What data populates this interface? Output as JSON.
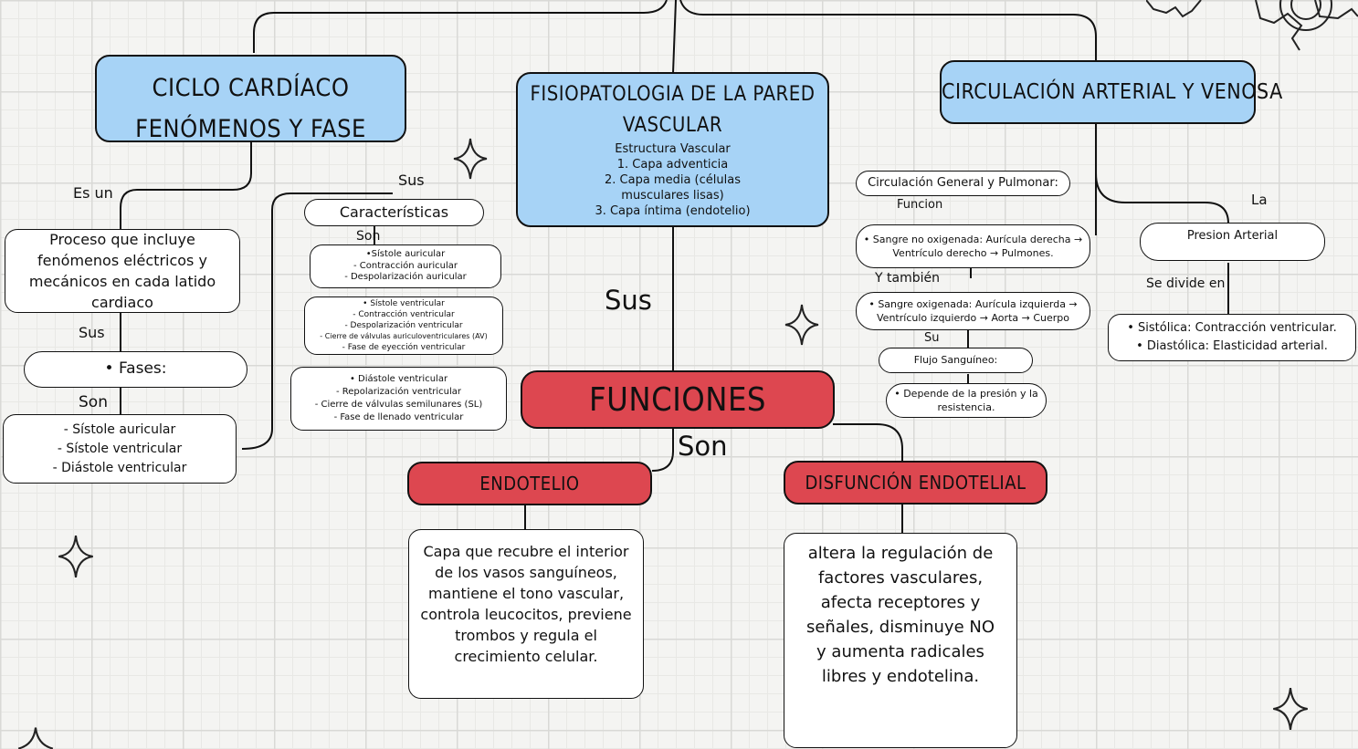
{
  "ciclo": {
    "title_l1": "CICLO CARDÍACO",
    "title_l2": "FENÓMENOS Y FASE",
    "es_un": "Es un",
    "proceso": "Proceso que incluye fenómenos eléctricos y mecánicos en cada latido cardiaco",
    "sus_1": "Sus",
    "fases": "•  Fases:",
    "son_1": "Son",
    "fases_list": [
      "- Sístole auricular",
      "- Sístole ventricular",
      "- Diástole ventricular"
    ],
    "sus_2": "Sus",
    "caracteristicas": "Características",
    "son_2": "Son",
    "group1": [
      "•Sístole auricular",
      "- Contracción auricular",
      "- Despolarización auricular"
    ],
    "group2": [
      "•  Sístole ventricular",
      "- Contracción ventricular",
      "- Despolarización ventricular",
      "- Cierre de válvulas auriculoventriculares (AV)",
      "- Fase de eyección ventricular"
    ],
    "group3": [
      "•  Diástole ventricular",
      "- Repolarización ventricular",
      "- Cierre de válvulas semilunares (SL)",
      "- Fase de llenado ventricular"
    ]
  },
  "fisio": {
    "title_l1": "FISIOPATOLOGIA DE LA PARED",
    "title_l2": "VASCULAR",
    "lines": [
      "Estructura Vascular",
      "1. Capa adventicia",
      "2. Capa media (células musculares lisas)",
      "3. Capa íntima (endotelio)"
    ],
    "sus": "Sus",
    "funciones": "FUNCIONES",
    "son": "Son",
    "endotelio": "ENDOTELIO",
    "endotelio_text": "Capa que recubre el interior de los vasos sanguíneos, mantiene el tono vascular, controla leucocitos, previene trombos y regula el crecimiento celular.",
    "disfuncion": "DISFUNCIÓN ENDOTELIAL",
    "disfuncion_text": "altera la regulación de factores vasculares, afecta receptores y señales, disminuye NO y aumenta radicales libres y endotelina."
  },
  "circ": {
    "title": "CIRCULACIÓN ARTERIAL Y VENOSA",
    "general": "Circulación General y Pulmonar:",
    "funcion": "Funcion",
    "no_oxigenada": "• Sangre no oxigenada: Aurícula derecha → Ventrículo derecho → Pulmones.",
    "y_tambien": "Y también",
    "oxigenada": "• Sangre oxigenada: Aurícula izquierda → Ventrículo izquierdo → Aorta → Cuerpo",
    "su": "Su",
    "flujo": "Flujo Sanguíneo:",
    "depende": "• Depende de la presión y la resistencia.",
    "la": "La",
    "presion": "Presion Arterial",
    "se_divide": "Se divide en",
    "sistolica": "• Sistólica: Contracción ventricular.",
    "diastolica": "• Diastólica: Elasticidad arterial."
  },
  "colors": {
    "blue": "#a7d3f6",
    "red": "#dd4750",
    "grid": "#d9d9d6"
  },
  "icons": [
    "gear-icon",
    "sparkle-icon"
  ]
}
